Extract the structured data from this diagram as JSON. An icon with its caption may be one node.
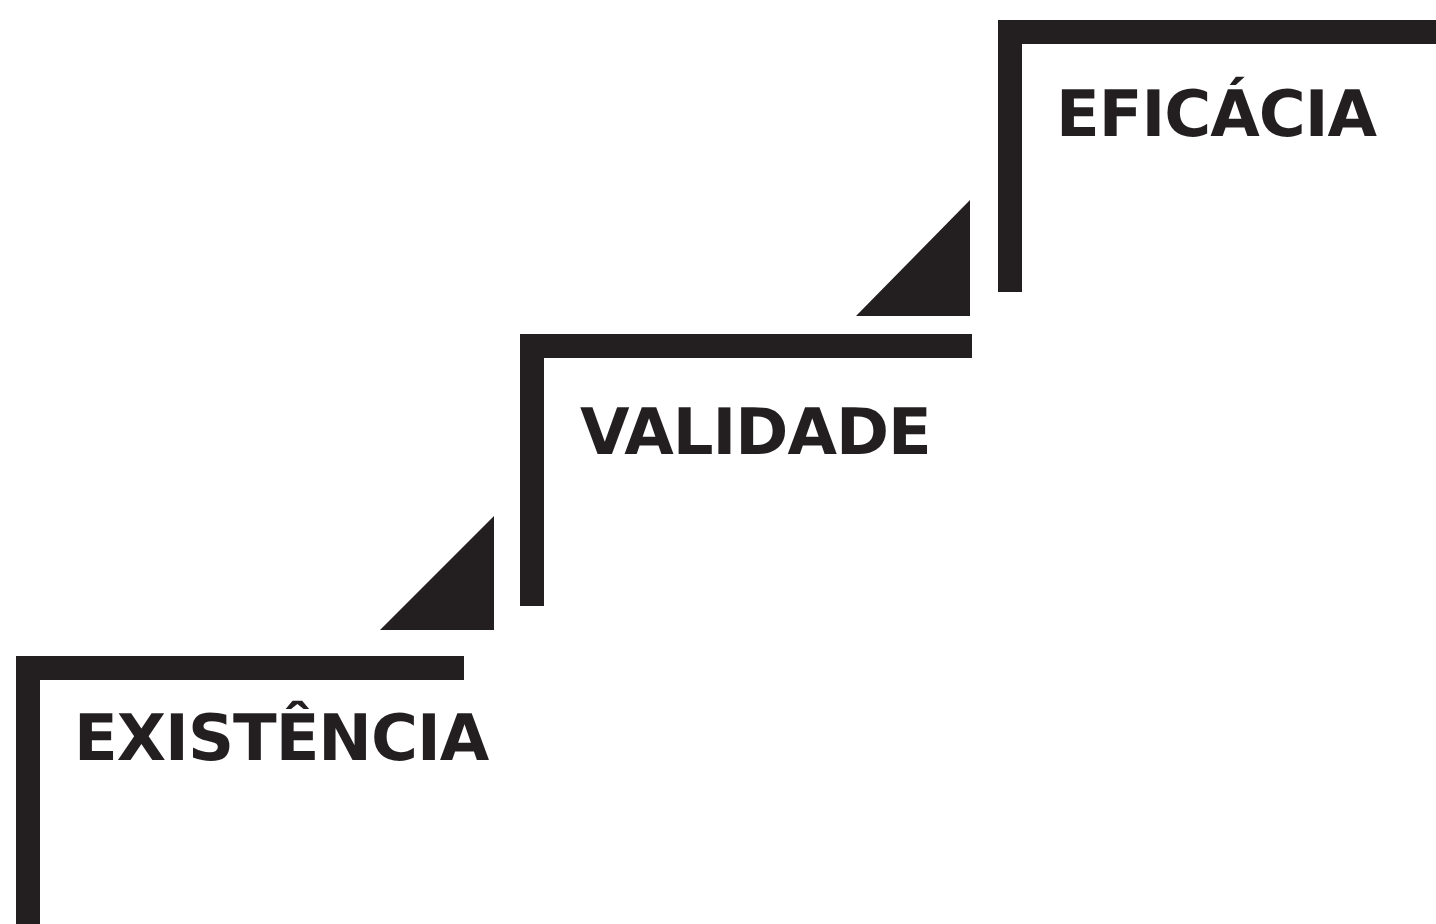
{
  "diagram": {
    "nodes": [
      {
        "text": [
          "EXISTÊNCIA"
        ]
      },
      {
        "text": [
          "VALIDADE"
        ]
      },
      {
        "text": [
          "EFICÁCIA"
        ]
      }
    ]
  }
}
